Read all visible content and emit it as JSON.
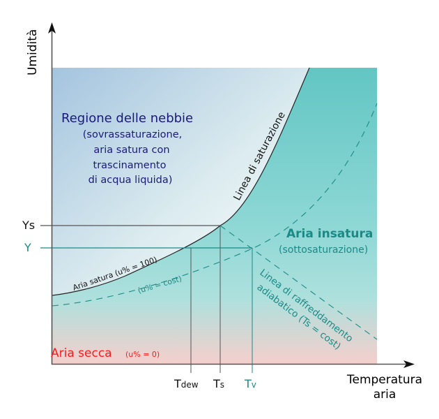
{
  "axes": {
    "y_label": "Umidità",
    "x_label_line1": "Temperatura",
    "x_label_line2": "aria"
  },
  "regions": {
    "fog": {
      "title": "Regione delle nebbie",
      "line1": "(sovrassaturazione,",
      "line2": "aria satura con",
      "line3": "trascinamento",
      "line4": "di acqua liquida)"
    },
    "unsaturated": {
      "title": "Aria insatura",
      "subtitle": "(sottosaturazione)"
    },
    "dry": {
      "title": "Aria secca",
      "subtitle": "(u% =  0)"
    }
  },
  "curves": {
    "saturation_label": "Linea di saturazione",
    "saturated_air_label": "Aria satura (u% = 100)",
    "constant_rh_label": "(u% = cost)",
    "adiabatic_line1": "Linea di raffreddamento",
    "adiabatic_line2": "adiabatico (Ts = cost)"
  },
  "y_marks": {
    "ys": "Ys",
    "y": "Y"
  },
  "x_marks": {
    "tdew_main": "T",
    "tdew_sub": "dew",
    "ts_main": "T",
    "ts_sub": "s",
    "tv_main": "T",
    "tv_sub": "v"
  },
  "colors": {
    "fog_text": "#1a1a7a",
    "teal": "#1a8a86",
    "dry_red": "#ff1a1a",
    "fill_top_left": "#a6c6e0",
    "fill_teal_top": "#66c8c4",
    "fill_teal_mid": "#9fe0de",
    "fill_pink_bottom": "#f2cccc"
  }
}
